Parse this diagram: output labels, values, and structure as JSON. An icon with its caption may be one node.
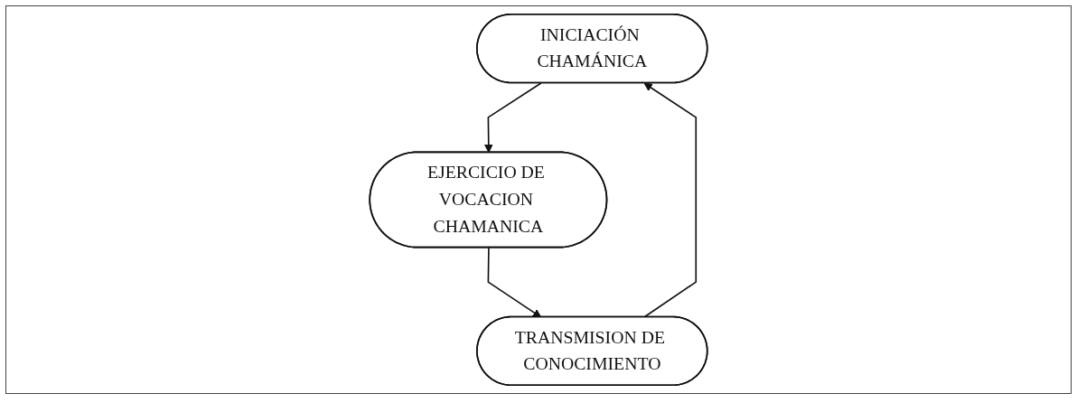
{
  "diagram": {
    "nodes": [
      {
        "text": [
          "INICIACIÓN CHAMÁNICA"
        ]
      },
      {
        "text": [
          "EJERCICIO DE VOCACION CHAMANICA"
        ]
      },
      {
        "text": [
          "TRANSMISION DE CONOCIMIENTO"
        ]
      }
    ],
    "edges": [
      {
        "from": 0,
        "to": 1,
        "arrow": "to"
      },
      {
        "from": 1,
        "to": 2,
        "arrow": "to"
      },
      {
        "from": 2,
        "to": 0,
        "arrow": "to"
      }
    ]
  }
}
